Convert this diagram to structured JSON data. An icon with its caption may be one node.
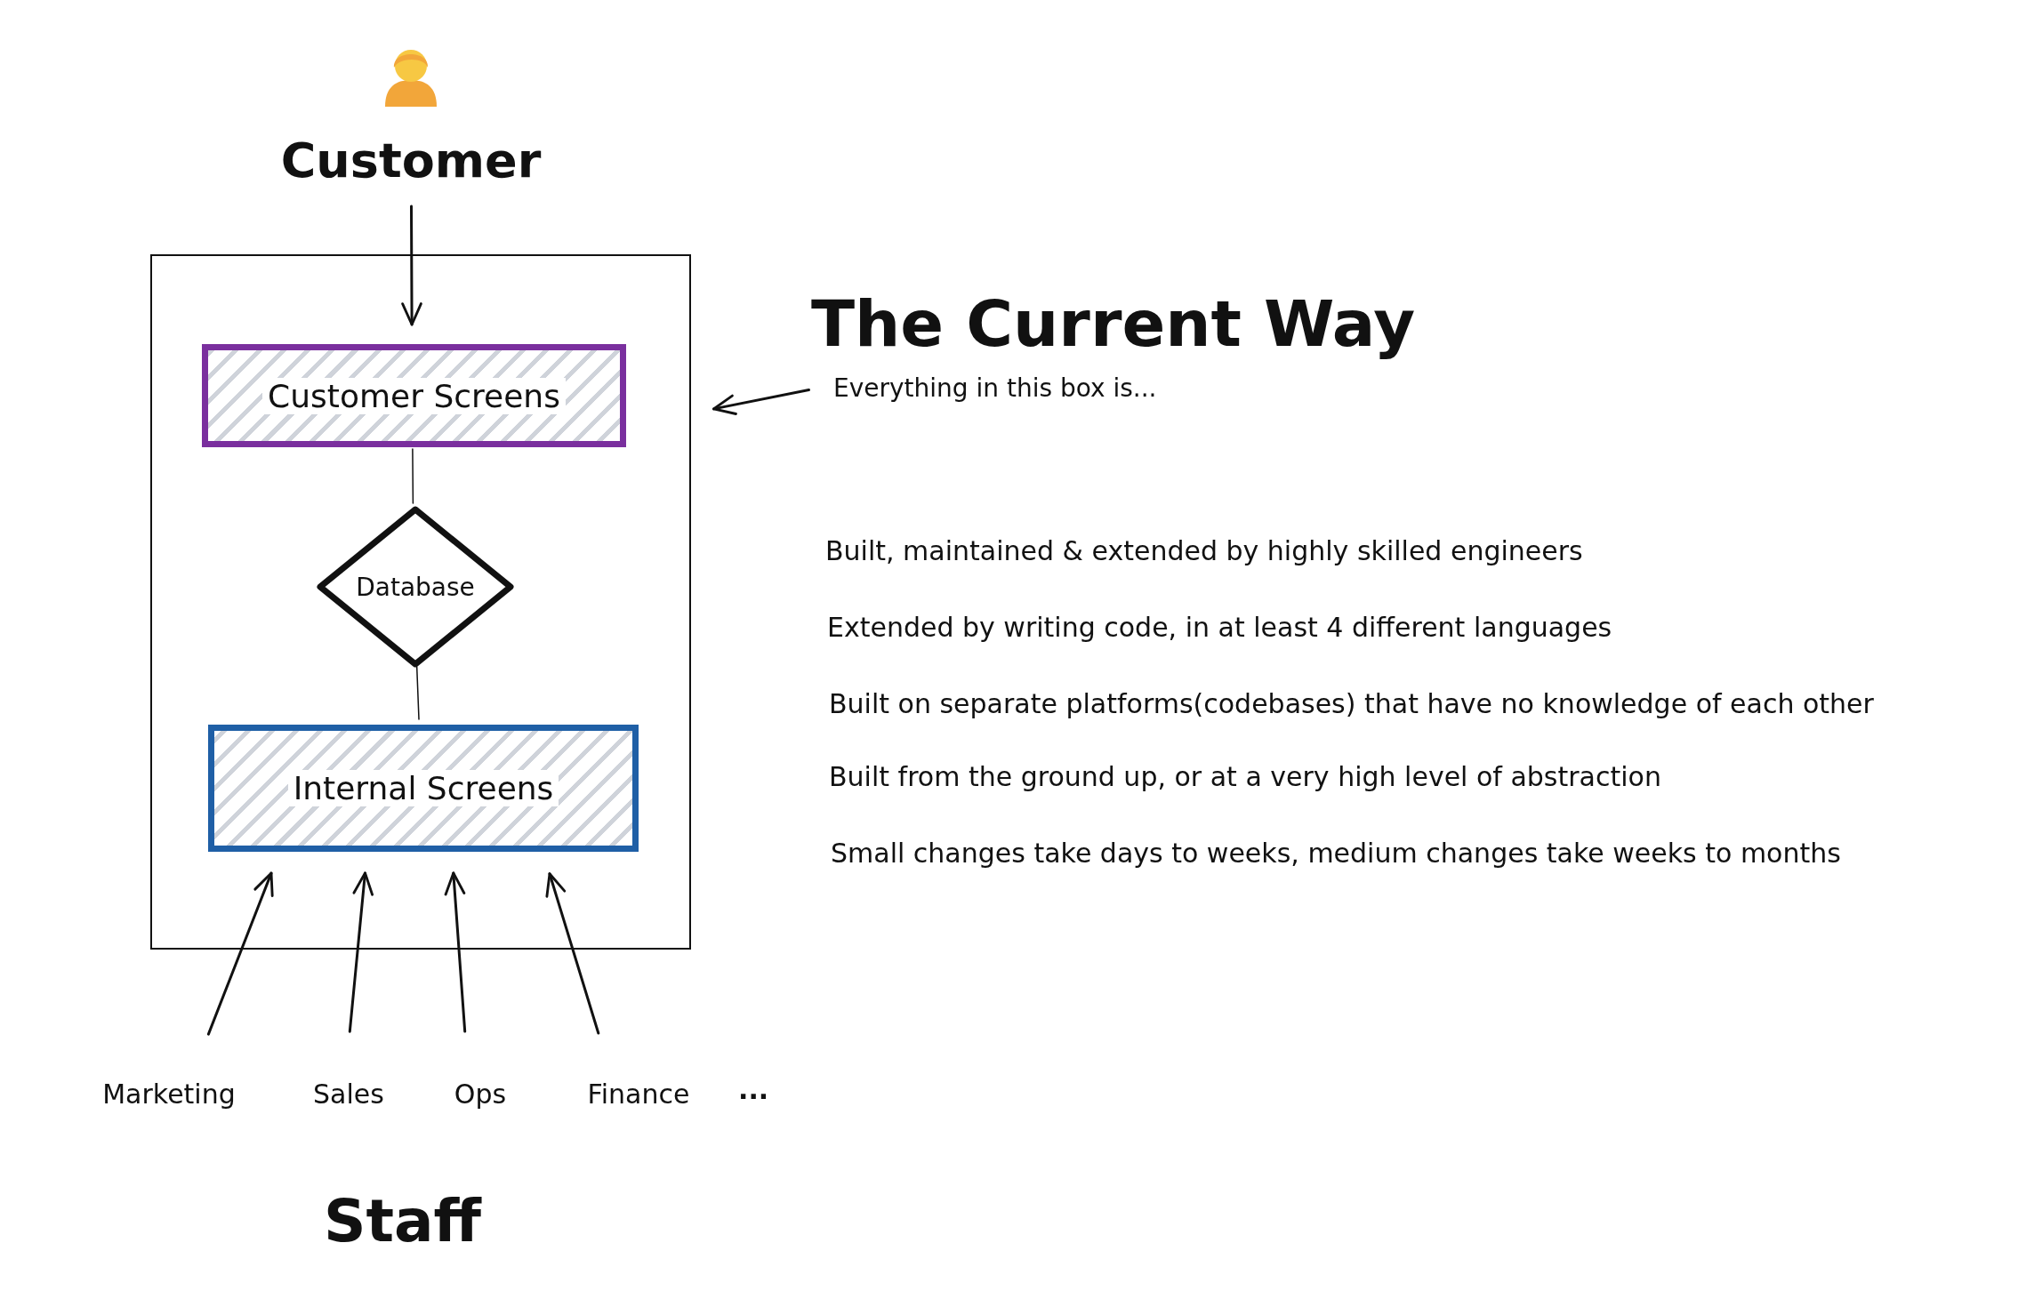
{
  "diagram": {
    "title": "The Current Way",
    "nodes": [
      {
        "text": [
          "Customer"
        ]
      },
      {
        "text": [],
        "shape": "box"
      },
      {
        "text": [
          "Customer Screens"
        ],
        "in": 1
      },
      {
        "text": [
          "Database"
        ],
        "in": 1
      },
      {
        "text": [
          "Internal Screens"
        ],
        "in": 1
      },
      {
        "text": [
          "Marketing"
        ]
      },
      {
        "text": [
          "Sales"
        ]
      },
      {
        "text": [
          "Ops"
        ]
      },
      {
        "text": [
          "Finance"
        ]
      },
      {
        "text": [
          "Everything in this box is..."
        ]
      }
    ],
    "edges": [
      {
        "from": 0,
        "to": 2,
        "arrow": "to"
      },
      {
        "from": 2,
        "to": 3,
        "arrow": "none"
      },
      {
        "from": 3,
        "to": 4,
        "arrow": "none"
      },
      {
        "from": 5,
        "to": 4,
        "arrow": "to"
      },
      {
        "from": 6,
        "to": 4,
        "arrow": "to"
      },
      {
        "from": 7,
        "to": 4,
        "arrow": "to"
      },
      {
        "from": 8,
        "to": 4,
        "arrow": "to"
      },
      {
        "from": 9,
        "to": 1,
        "arrow": "to"
      }
    ],
    "labels": [
      "Built, maintained & extended by highly skilled engineers",
      "Extended by writing code, in at least 4 different languages",
      "Built on separate platforms(codebases) that have no knowledge of each other",
      "Built from the ground up, or at a very high level of abstraction",
      "Small changes take days to weeks, medium changes take weeks to months",
      "...",
      "Staff"
    ]
  }
}
